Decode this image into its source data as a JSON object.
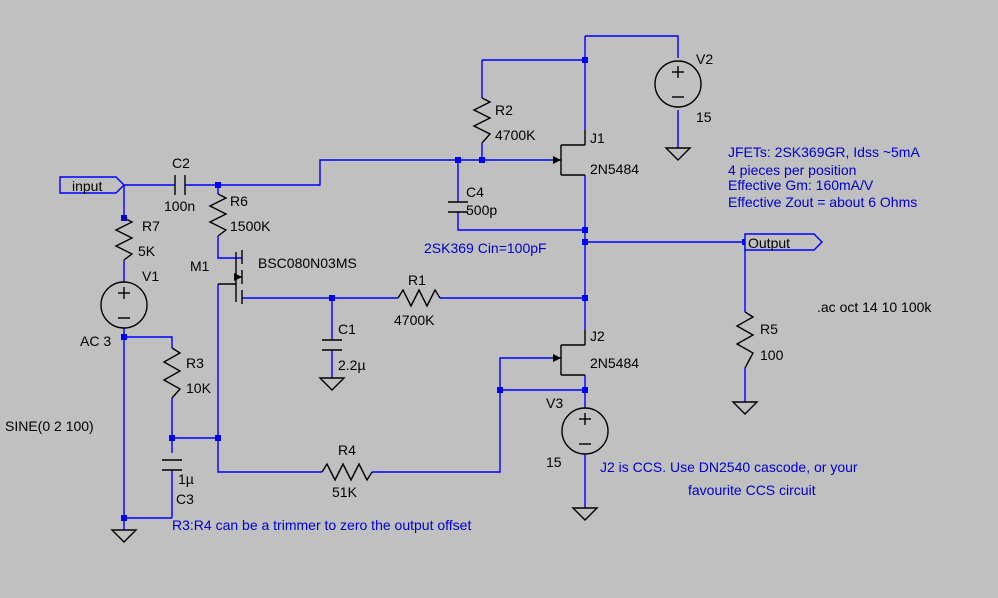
{
  "ports": {
    "input": "input",
    "output": "Output"
  },
  "components": {
    "R1": {
      "name": "R1",
      "value": "4700K"
    },
    "R2": {
      "name": "R2",
      "value": "4700K"
    },
    "R3": {
      "name": "R3",
      "value": "10K"
    },
    "R4": {
      "name": "R4",
      "value": "51K"
    },
    "R5": {
      "name": "R5",
      "value": "100"
    },
    "R6": {
      "name": "R6",
      "value": "1500K"
    },
    "R7": {
      "name": "R7",
      "value": "5K"
    },
    "C1": {
      "name": "C1",
      "value": "2.2µ"
    },
    "C2": {
      "name": "C2",
      "value": "100n"
    },
    "C3": {
      "name": "C3",
      "value": "1µ"
    },
    "C4": {
      "name": "C4",
      "value": "500p"
    },
    "J1": {
      "name": "J1",
      "value": "2N5484"
    },
    "J2": {
      "name": "J2",
      "value": "2N5484"
    },
    "M1": {
      "name": "M1",
      "value": "BSC080N03MS"
    },
    "V1": {
      "name": "V1",
      "value": "AC 3",
      "extra": "SINE(0 2 100)"
    },
    "V2": {
      "name": "V2",
      "value": "15"
    },
    "V3": {
      "name": "V3",
      "value": "15"
    }
  },
  "directive": ".ac oct 14 10 100k",
  "notes": {
    "cin": "2SK369 Cin=100pF",
    "jfet": [
      "JFETs: 2SK369GR, Idss ~5mA",
      "4 pieces per position",
      "Effective Gm: 160mA/V",
      "Effective Zout = about 6 Ohms"
    ],
    "ccs": [
      "J2 is CCS. Use DN2540 cascode, or your",
      "favourite CCS circuit"
    ],
    "trimmer": "R3:R4 can be a trimmer to zero the output offset"
  },
  "colors": {
    "background": "#c0c0c0",
    "wire": "#0000ff",
    "component": "#000000",
    "note": "#0000cc"
  }
}
